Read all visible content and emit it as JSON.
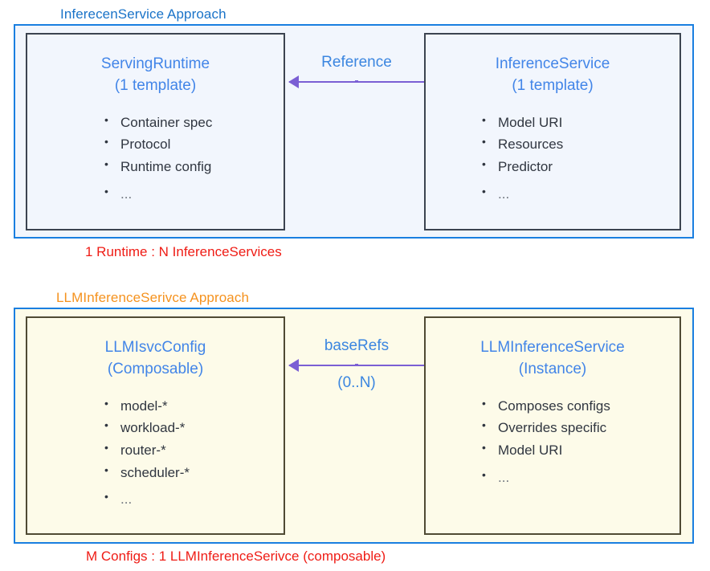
{
  "sections": [
    {
      "id": "inference-service-approach",
      "title": "InferecenService Approach",
      "title_color": "#1a73c8",
      "fill_color": "#f2f6fd",
      "frame_color": "#1a7fe0",
      "caption": "1 Runtime : N InferenceServices",
      "caption_color": "#ef1c15",
      "left_box": {
        "title": "ServingRuntime",
        "subtitle": "(1 template)",
        "bullets": [
          "Container spec",
          "Protocol",
          "Runtime config",
          "..."
        ]
      },
      "right_box": {
        "title": "InferenceService",
        "subtitle": "(1 template)",
        "bullets": [
          "Model URI",
          "Resources",
          "Predictor",
          "..."
        ]
      },
      "connector": {
        "label_above": "Reference",
        "label_below": "",
        "color": "#7b5fd4",
        "direction": "right-to-left"
      }
    },
    {
      "id": "llm-inference-service-approach",
      "title": "LLMInferenceSerivce Approach",
      "title_color": "#f5921e",
      "fill_color": "#fdfbe9",
      "frame_color": "#1a7fe0",
      "caption": "M Configs : 1 LLMInferenceSerivce (composable)",
      "caption_color": "#ef1c15",
      "left_box": {
        "title": "LLMIsvcConfig",
        "subtitle": "(Composable)",
        "bullets": [
          "model-*",
          "workload-*",
          "router-*",
          "scheduler-*",
          "..."
        ]
      },
      "right_box": {
        "title": "LLMInferenceService",
        "subtitle": "(Instance)",
        "bullets": [
          "Composes configs",
          "Overrides specific",
          "Model URI",
          "..."
        ]
      },
      "connector": {
        "label_above": "baseRefs",
        "label_below": "(0..N)",
        "color": "#7b5fd4",
        "direction": "right-to-left"
      }
    }
  ]
}
